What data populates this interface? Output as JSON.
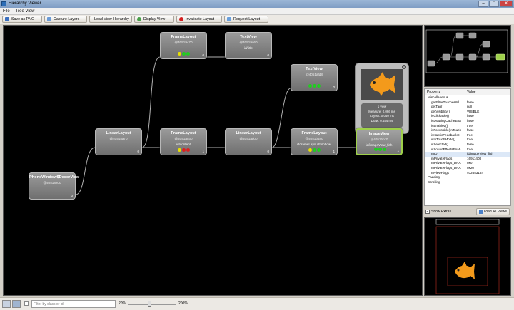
{
  "window": {
    "title": "Hierarchy Viewer"
  },
  "menu": [
    "File",
    "Tree View"
  ],
  "toolbar": {
    "save_png": "Save as PNG",
    "capture_layers": "Capture Layers",
    "load_hierarchy": "Load View Hierarchy",
    "display_view": "Display View",
    "invalidate_layout": "Invalidate Layout",
    "request_layout": "Request Layout"
  },
  "nodes": {
    "decor": {
      "name": "PhoneWindow$DecorView",
      "addr": "@40518200",
      "id": "",
      "index": "0"
    },
    "ll1": {
      "name": "LinearLayout",
      "addr": "@40518a70",
      "id": "",
      "index": "0"
    },
    "fl_top": {
      "name": "FrameLayout",
      "addr": "@40519470",
      "id": "",
      "index": "0"
    },
    "tv_top": {
      "name": "TextView",
      "addr": "@40519a60",
      "id": "id/title",
      "index": "0"
    },
    "fl_content": {
      "name": "FrameLayout",
      "addr": "@4051a030",
      "id": "id/content",
      "index": "1"
    },
    "ll2": {
      "name": "LinearLayout",
      "addr": "@4051ad00",
      "id": "",
      "index": "0"
    },
    "tv2": {
      "name": "TextView",
      "addr": "@4051afd8",
      "id": "",
      "index": "0"
    },
    "fl_fish": {
      "name": "FrameLayout",
      "addr": "@4051b480",
      "id": "id/frameLayoutFishbowl",
      "index": "1"
    },
    "imageview": {
      "name": "ImageView",
      "addr": "@4051bcd0",
      "id": "id/imageView_fish",
      "index": "1"
    }
  },
  "preview": {
    "info": [
      "1 view",
      "Measure: 0.066 ms",
      "Layout: 0.040 ms",
      "Draw: 0.454 ms"
    ]
  },
  "properties": {
    "headers": [
      "Property",
      "Value"
    ],
    "rows": [
      {
        "k": "Miscellaneous",
        "v": "",
        "sec": true
      },
      {
        "k": "getFilterTouchesWl",
        "v": "false"
      },
      {
        "k": "getTag()",
        "v": "null"
      },
      {
        "k": "getVisibility()",
        "v": "VISIBLE"
      },
      {
        "k": "isClickable()",
        "v": "false"
      },
      {
        "k": "isDrawingCacheEna",
        "v": "false"
      },
      {
        "k": "isEnabled()",
        "v": "true"
      },
      {
        "k": "isFocusable(InTouch",
        "v": "false"
      },
      {
        "k": "isHapticFeedbackE",
        "v": "true"
      },
      {
        "k": "isInTouchMode()",
        "v": "true"
      },
      {
        "k": "isSelected()",
        "v": "false"
      },
      {
        "k": "isSoundEffectsEnab",
        "v": "true"
      },
      {
        "k": "mID",
        "v": "id/imageView_fish",
        "hl": true
      },
      {
        "k": "mPrivateFlags",
        "v": "16911408"
      },
      {
        "k": "mPrivateFlags_DRA",
        "v": "0x0"
      },
      {
        "k": "mPrivateFlags_DRA",
        "v": "0x20"
      },
      {
        "k": "mViewFlags",
        "v": "402653184"
      },
      {
        "k": "Padding",
        "v": "",
        "sec": true
      },
      {
        "k": "Scrolling",
        "v": "",
        "sec": true
      }
    ]
  },
  "extras": {
    "show_extras": "Show Extras",
    "load_all": "Load All Views"
  },
  "status": {
    "filter_placeholder": "Filter by class or id:",
    "zoom_min": "20%",
    "zoom_max": "200%"
  },
  "colors": {
    "green": "#22cc22",
    "yellow": "#e8e000",
    "red": "#dd2020",
    "selected": "#9ed04a",
    "fish": "#f39a1b"
  }
}
